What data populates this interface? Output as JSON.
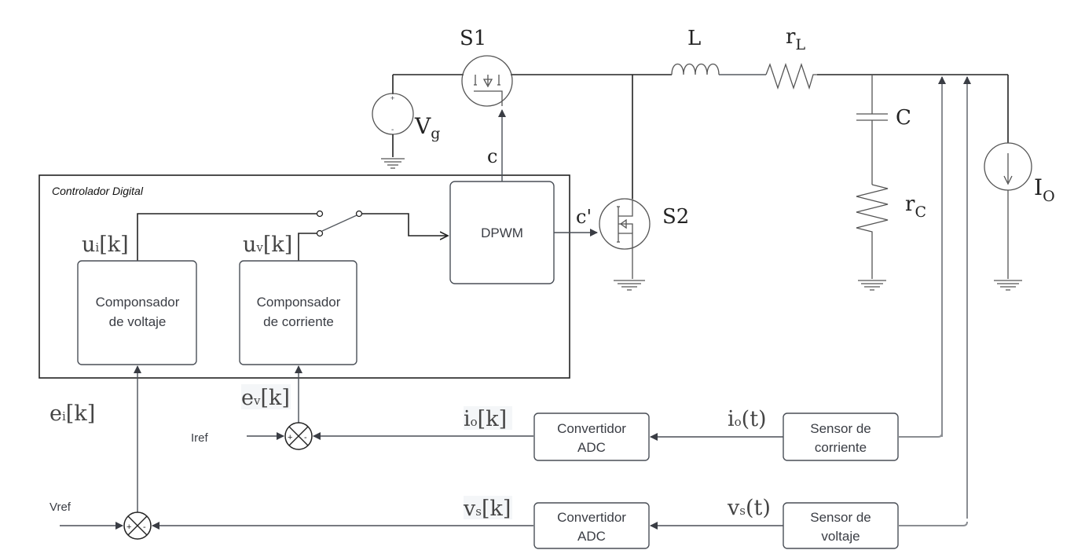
{
  "diagram": {
    "title": "Convertidor buck con controlador digital",
    "power_stage": {
      "source_label": "V",
      "source_sub": "g",
      "switch1_label": "S1",
      "switch2_label": "S2",
      "inductor_label": "L",
      "inductor_res_label": "r",
      "inductor_res_sub": "L",
      "capacitor_label": "C",
      "capacitor_res_label": "r",
      "capacitor_res_sub": "C",
      "load_label": "I",
      "load_sub": "O",
      "gate1_signal": "c",
      "gate2_signal": "c'"
    },
    "controller": {
      "title": "Controlador Digital",
      "dpwm_label": "DPWM",
      "voltage_comp": {
        "line1": "Componsador",
        "line2": "de voltaje"
      },
      "current_comp": {
        "line1": "Componsador",
        "line2": "de corriente"
      },
      "ui_label": "u",
      "ui_sub": "i",
      "ui_suffix": "[k]",
      "uv_label": "u",
      "uv_sub": "v",
      "uv_suffix": "[k]"
    },
    "feedback": {
      "ei_label": "e",
      "ei_sub": "i",
      "ei_suffix": "[k]",
      "ev_label": "e",
      "ev_sub": "v",
      "ev_suffix": "[k]",
      "iref_label": "Iref",
      "vref_label": "Vref",
      "sum_plus": "+",
      "sum_minus": "-",
      "io_k_label": "i",
      "io_k_sub": "o",
      "io_k_suffix": "[k]",
      "vs_k_label": "v",
      "vs_k_sub": "s",
      "vs_k_suffix": "[k]",
      "io_t_label": "i",
      "io_t_sub": "o",
      "io_t_suffix": "(t)",
      "vs_t_label": "v",
      "vs_t_sub": "s",
      "vs_t_suffix": "(t)",
      "adc_current": {
        "line1": "Convertidor",
        "line2": "ADC"
      },
      "adc_voltage": {
        "line1": "Convertidor",
        "line2": "ADC"
      },
      "sensor_current": {
        "line1": "Sensor de",
        "line2": "corriente"
      },
      "sensor_voltage": {
        "line1": "Sensor de",
        "line2": "voltaje"
      }
    }
  }
}
